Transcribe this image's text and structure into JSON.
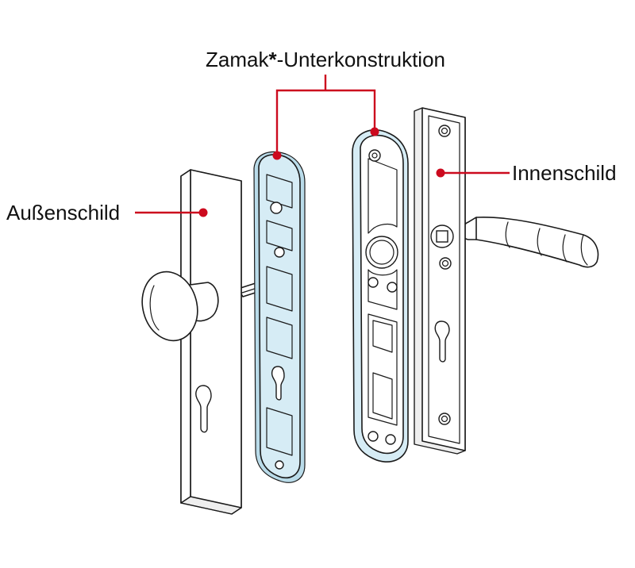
{
  "diagram": {
    "labels": {
      "zamak_prefix": "Zamak",
      "zamak_star": "*",
      "zamak_suffix": "-Unterkonstruktion",
      "innenschild": "Innenschild",
      "aussenschild": "Außenschild"
    },
    "colors": {
      "accent_red": "#cc0a1e",
      "zamak_fill": "#d6ecf5",
      "outline": "#1a1a1a",
      "background": "#ffffff"
    }
  }
}
